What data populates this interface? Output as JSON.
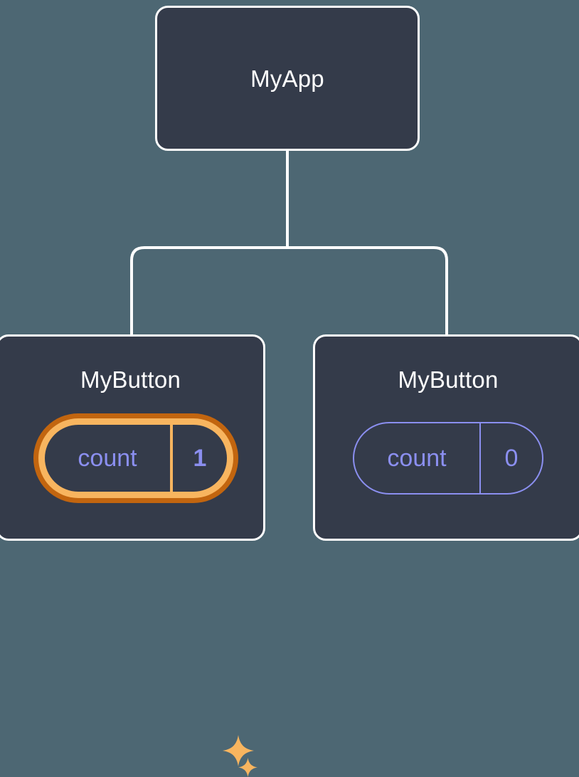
{
  "diagram": {
    "type": "component-tree",
    "background_color": "#4d6773",
    "card_fill_color": "#343b4a",
    "card_border_color": "#ffffff",
    "connector_color": "#ffffff",
    "state_accent_color": "#8b8ff0",
    "highlight_inner_color": "#f8b55f",
    "highlight_outer_color": "#c2650f"
  },
  "root": {
    "title": "MyApp"
  },
  "children": [
    {
      "title": "MyButton",
      "state": {
        "label": "count",
        "value": "1",
        "highlighted": true
      },
      "sparkles": [
        {
          "name": "sparkle-big",
          "size": 44
        },
        {
          "name": "sparkle-small",
          "size": 27
        }
      ]
    },
    {
      "title": "MyButton",
      "state": {
        "label": "count",
        "value": "0",
        "highlighted": false
      },
      "sparkles": []
    }
  ]
}
